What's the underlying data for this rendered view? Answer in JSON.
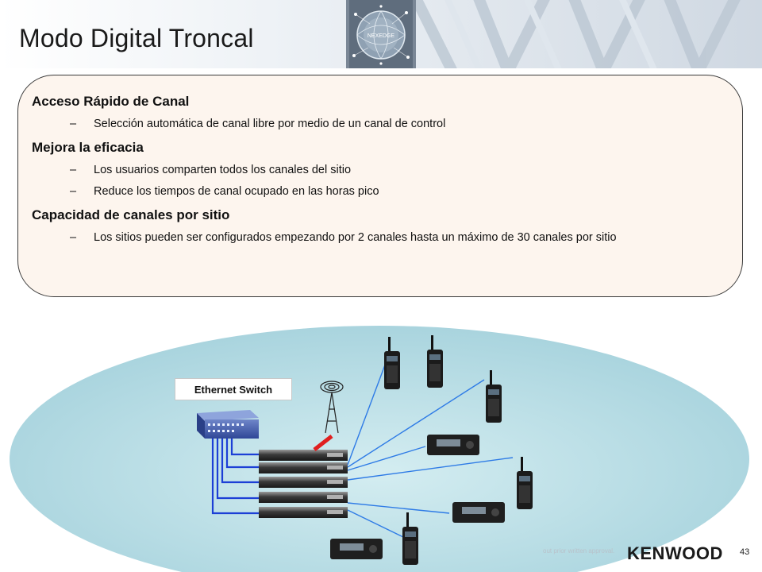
{
  "slide": {
    "title": "Modo Digital Troncal",
    "badge": "NEXEDGE",
    "page_number": "43"
  },
  "sections": [
    {
      "heading": "Acceso Rápido de Canal",
      "bullets": [
        "Selección automática de canal libre por medio de un canal de control"
      ]
    },
    {
      "heading": "Mejora la eficacia",
      "bullets": [
        "Los usuarios comparten todos los canales del sitio",
        "Reduce los tiempos de canal ocupado en las horas pico"
      ]
    },
    {
      "heading": "Capacidad de canales por sitio",
      "bullets": [
        "Los sitios pueden ser configurados empezando por 2 canales hasta un máximo de 30 canales por sitio"
      ]
    }
  ],
  "bullet_marker": "–",
  "diagram": {
    "switch_label": "Ethernet Switch",
    "repeater_count": 5,
    "icons": [
      "ethernet-switch-icon",
      "antenna-icon",
      "repeater-icon",
      "handheld-radio-icon",
      "mobile-radio-icon"
    ],
    "colors": {
      "cables": "#1c3fd6",
      "links": "#2e7be6",
      "feeder": "#e01f1f",
      "coverage": "#aad6df"
    }
  },
  "footer": {
    "notice_right": "out prior written approval.",
    "brand": "KENWOOD"
  }
}
